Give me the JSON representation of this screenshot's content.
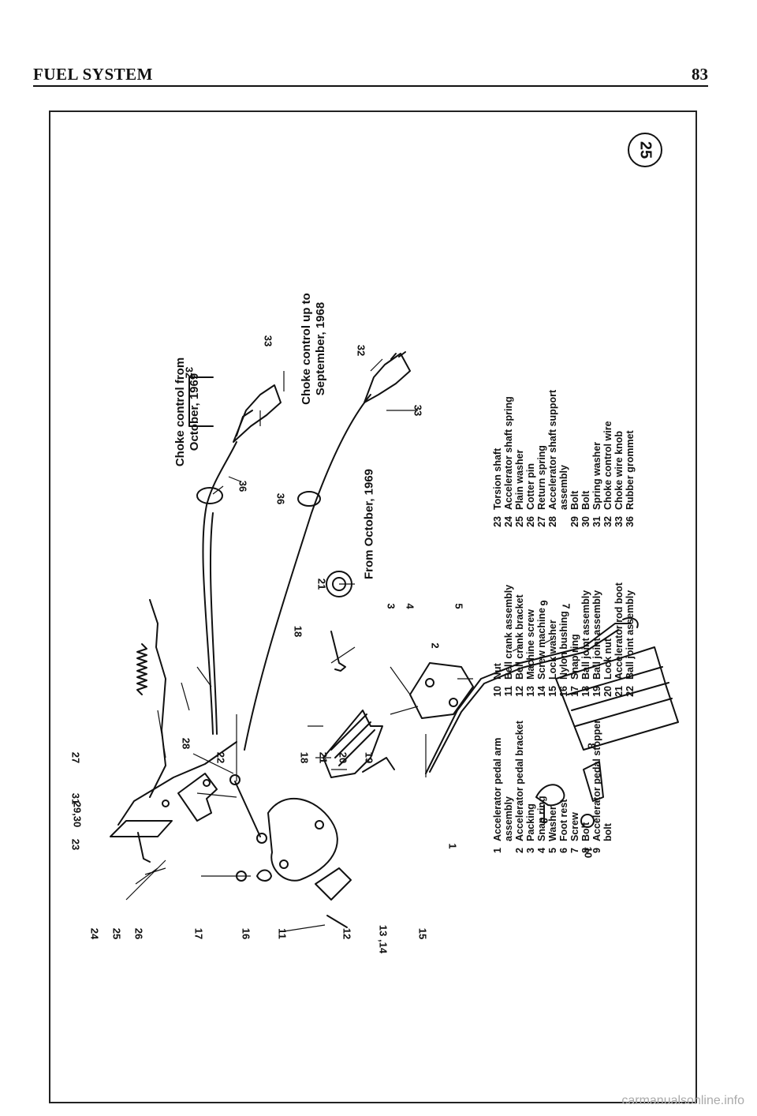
{
  "header": {
    "title": "FUEL SYSTEM",
    "page": "83"
  },
  "figure_number": "25",
  "legend": {
    "col1": [
      {
        "n": "1",
        "t": "Accelerator pedal arm"
      },
      {
        "n": "",
        "t": "assembly"
      },
      {
        "n": "2",
        "t": "Accelerator pedal bracket"
      },
      {
        "n": "3",
        "t": "Packing"
      },
      {
        "n": "4",
        "t": "Snap ring"
      },
      {
        "n": "5",
        "t": "Washer"
      },
      {
        "n": "6",
        "t": "Foot rest"
      },
      {
        "n": "7",
        "t": "Screw"
      },
      {
        "n": "8",
        "t": "Bolt"
      },
      {
        "n": "9",
        "t": "Accelerator pedal stopper"
      },
      {
        "n": "",
        "t": "bolt"
      }
    ],
    "col2": [
      {
        "n": "10",
        "t": "Nut"
      },
      {
        "n": "11",
        "t": "Bell crank assembly"
      },
      {
        "n": "12",
        "t": "Bell crank bracket"
      },
      {
        "n": "13",
        "t": "Machine screw"
      },
      {
        "n": "14",
        "t": "Screw machine"
      },
      {
        "n": "15",
        "t": "Lock washer"
      },
      {
        "n": "16",
        "t": "Nylon bushing"
      },
      {
        "n": "17",
        "t": "Snap ring"
      },
      {
        "n": "18",
        "t": "Ball joint assembly"
      },
      {
        "n": "19",
        "t": "Ball joint assembly"
      },
      {
        "n": "20",
        "t": "Lock nut"
      },
      {
        "n": "21",
        "t": "Accelerator rod boot"
      },
      {
        "n": "22",
        "t": "Ball joint assembly"
      }
    ],
    "col3": [
      {
        "n": "23",
        "t": "Torsion shaft"
      },
      {
        "n": "24",
        "t": "Accelerator shaft spring"
      },
      {
        "n": "25",
        "t": "Plain washer"
      },
      {
        "n": "26",
        "t": "Cotter pin"
      },
      {
        "n": "27",
        "t": "Return spring"
      },
      {
        "n": "28",
        "t": "Accelerator shaft support"
      },
      {
        "n": "",
        "t": "assembly"
      },
      {
        "n": "29",
        "t": "Bolt"
      },
      {
        "n": "30",
        "t": "Bolt"
      },
      {
        "n": "31",
        "t": "Spring washer"
      },
      {
        "n": "32",
        "t": "Choke control wire"
      },
      {
        "n": "33",
        "t": "Choke wire knob"
      },
      {
        "n": "36",
        "t": "Rubber grommet"
      }
    ]
  },
  "labels": {
    "choke_from_line1": "Choke control from",
    "choke_from_line2": "October, 1969",
    "choke_upto_line1": "Choke control up to",
    "choke_upto_line2": "September, 1968",
    "from_oct": "From October, 1969"
  },
  "callouts": {
    "c24": "24",
    "c25": "25",
    "c26": "26",
    "c17": "17",
    "c16": "16",
    "c11": "11",
    "c12": "12",
    "c1314": "13 ,14",
    "c15": "15",
    "c23": "23",
    "c2930": "29,30",
    "c31": "31",
    "c27": "27",
    "c28": "28",
    "c22": "22",
    "c18a": "18",
    "c21a": "21",
    "c20": "20",
    "c19": "19",
    "c1": "1",
    "c9": "9",
    "c10": "10",
    "c8": "8",
    "c18b": "18",
    "c21b": "21",
    "c3": "3",
    "c4": "4",
    "c2": "2",
    "c5": "5",
    "c6": "6",
    "c7": "7",
    "c36a": "36",
    "c32a": "32",
    "c33a": "33",
    "c36b": "36",
    "c32b": "32",
    "c33b": "33"
  },
  "footer": "carmanualsonline.info"
}
